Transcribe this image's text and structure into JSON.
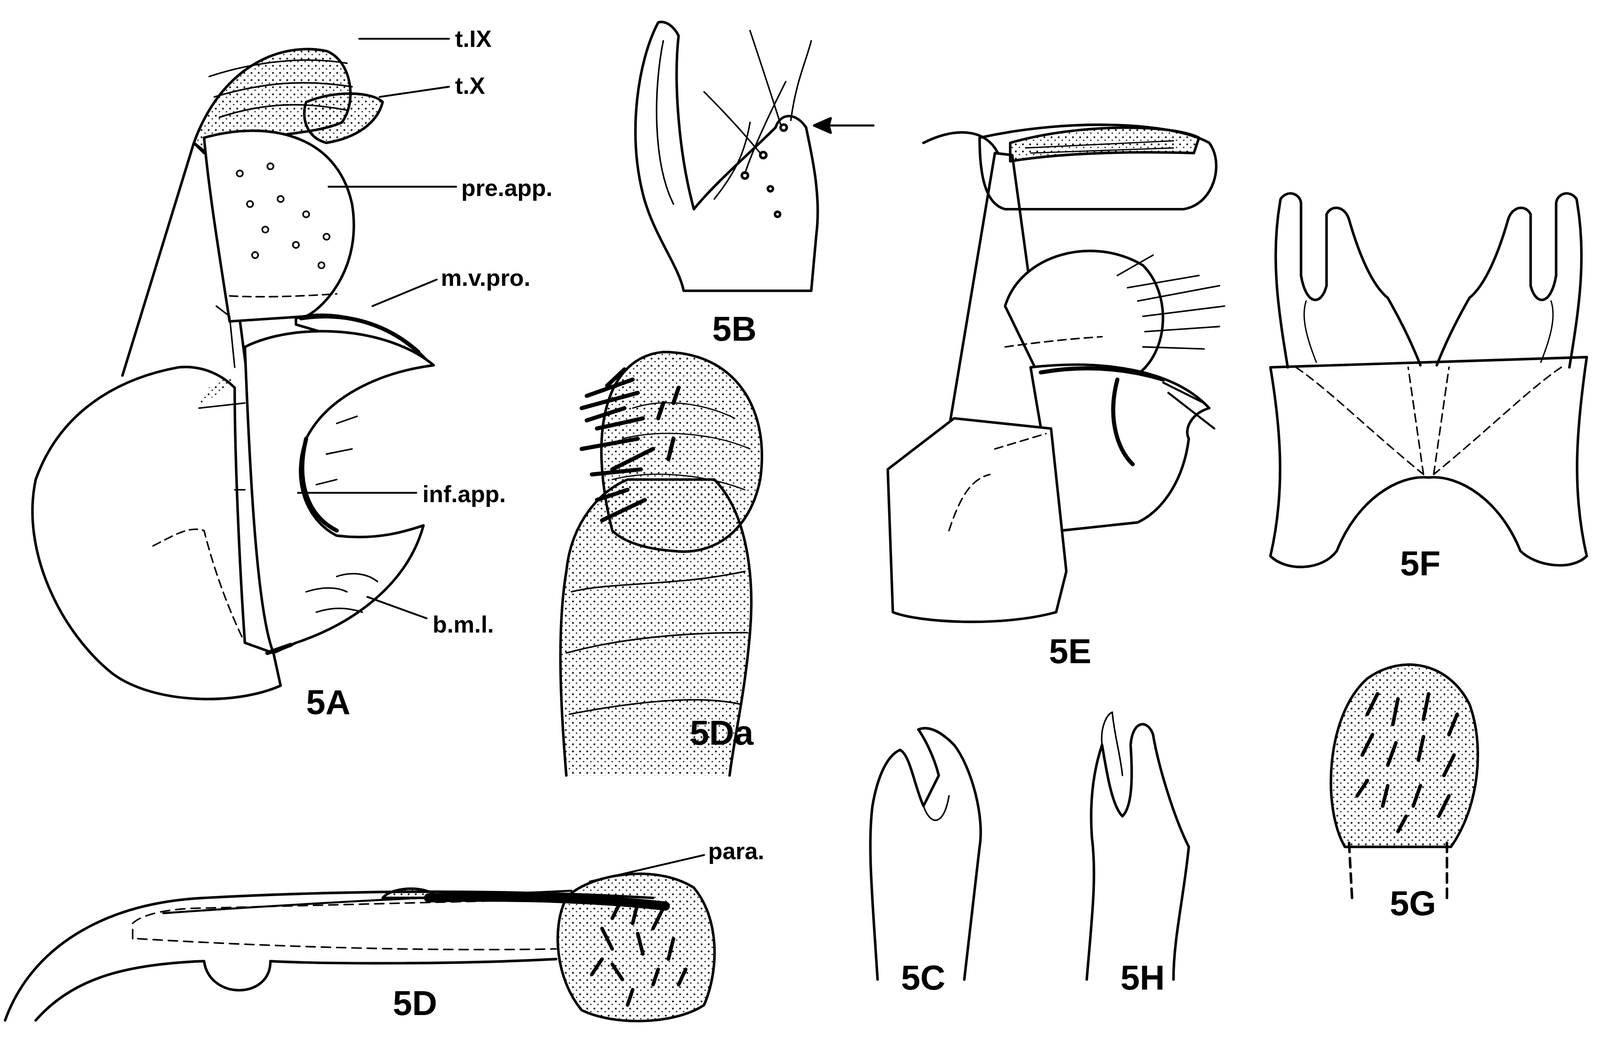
{
  "diagram": {
    "labels": [
      "t.IX",
      "t.X",
      "pre.app.",
      "m.v.pro.",
      "inf.app.",
      "b.m.l.",
      "5A",
      "5B",
      "5Da",
      "5D",
      "para.",
      "5E",
      "5F",
      "5C",
      "5H",
      "5G"
    ]
  }
}
